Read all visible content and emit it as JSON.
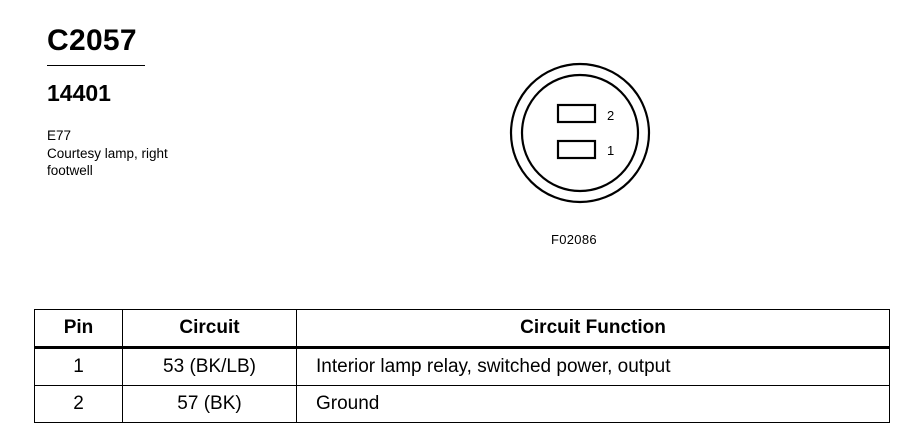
{
  "header": {
    "connector_id": "C2057",
    "part_number": "14401",
    "component_code": "E77",
    "description_line1": "Courtesy lamp, right",
    "description_line2": "footwell"
  },
  "figure": {
    "code": "F02086",
    "pin_labels": [
      "2",
      "1"
    ]
  },
  "table": {
    "headers": [
      "Pin",
      "Circuit",
      "Circuit Function"
    ],
    "rows": [
      {
        "pin": "1",
        "circuit": "53 (BK/LB)",
        "function": "Interior lamp relay, switched power, output"
      },
      {
        "pin": "2",
        "circuit": "57 (BK)",
        "function": "Ground"
      }
    ]
  }
}
